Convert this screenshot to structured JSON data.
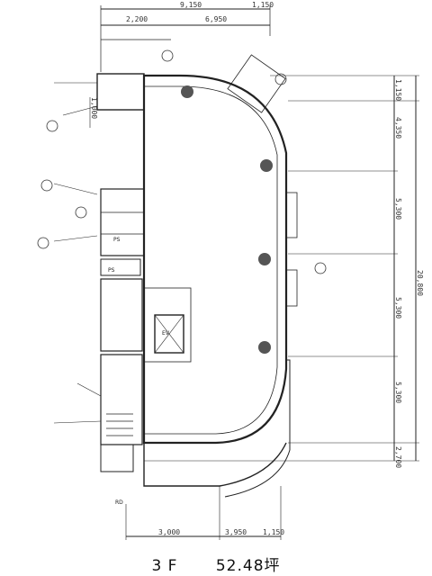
{
  "plan": {
    "top_dims": [
      "1,150",
      "9,150",
      "2,200",
      "6,950"
    ],
    "right_dims": [
      "1,150",
      "4,350",
      "5,300",
      "5,300",
      "5,300",
      "2,700",
      "20,800"
    ],
    "bottom_dims": [
      "3,000",
      "3,950",
      "1,150"
    ],
    "left_dims": [
      "1,000"
    ],
    "tags": [
      "PS",
      "PS",
      "EV",
      "RD"
    ]
  },
  "caption": {
    "floor": "3 F",
    "area": "52.48坪"
  }
}
